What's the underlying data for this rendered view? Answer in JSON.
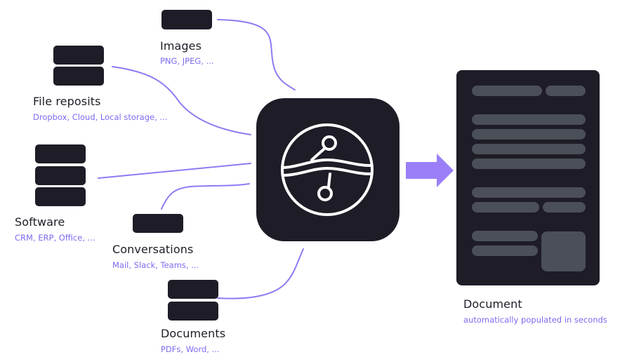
{
  "colors": {
    "block": "#1e1c26",
    "connector": "#8b7cf3",
    "arrow": "#9b7ff8",
    "doc_bar": "#4b4f58",
    "title_text": "#1e1c26",
    "sub_text": "#7b6bf0"
  },
  "hub": {
    "icon": "integration-logo-icon"
  },
  "sources": [
    {
      "id": "images",
      "title": "Images",
      "subtitle": "PNG, JPEG, ..."
    },
    {
      "id": "file-repos",
      "title": "File reposits",
      "subtitle": "Dropbox, Cloud, Local storage, ..."
    },
    {
      "id": "software",
      "title": "Software",
      "subtitle": "CRM, ERP, Office, ..."
    },
    {
      "id": "conversations",
      "title": "Conversations",
      "subtitle": "Mail, Slack, Teams, ..."
    },
    {
      "id": "documents",
      "title": "Documents",
      "subtitle": "PDFs, Word, ..."
    }
  ],
  "output": {
    "title": "Document",
    "subtitle": "automatically populated in seconds"
  }
}
